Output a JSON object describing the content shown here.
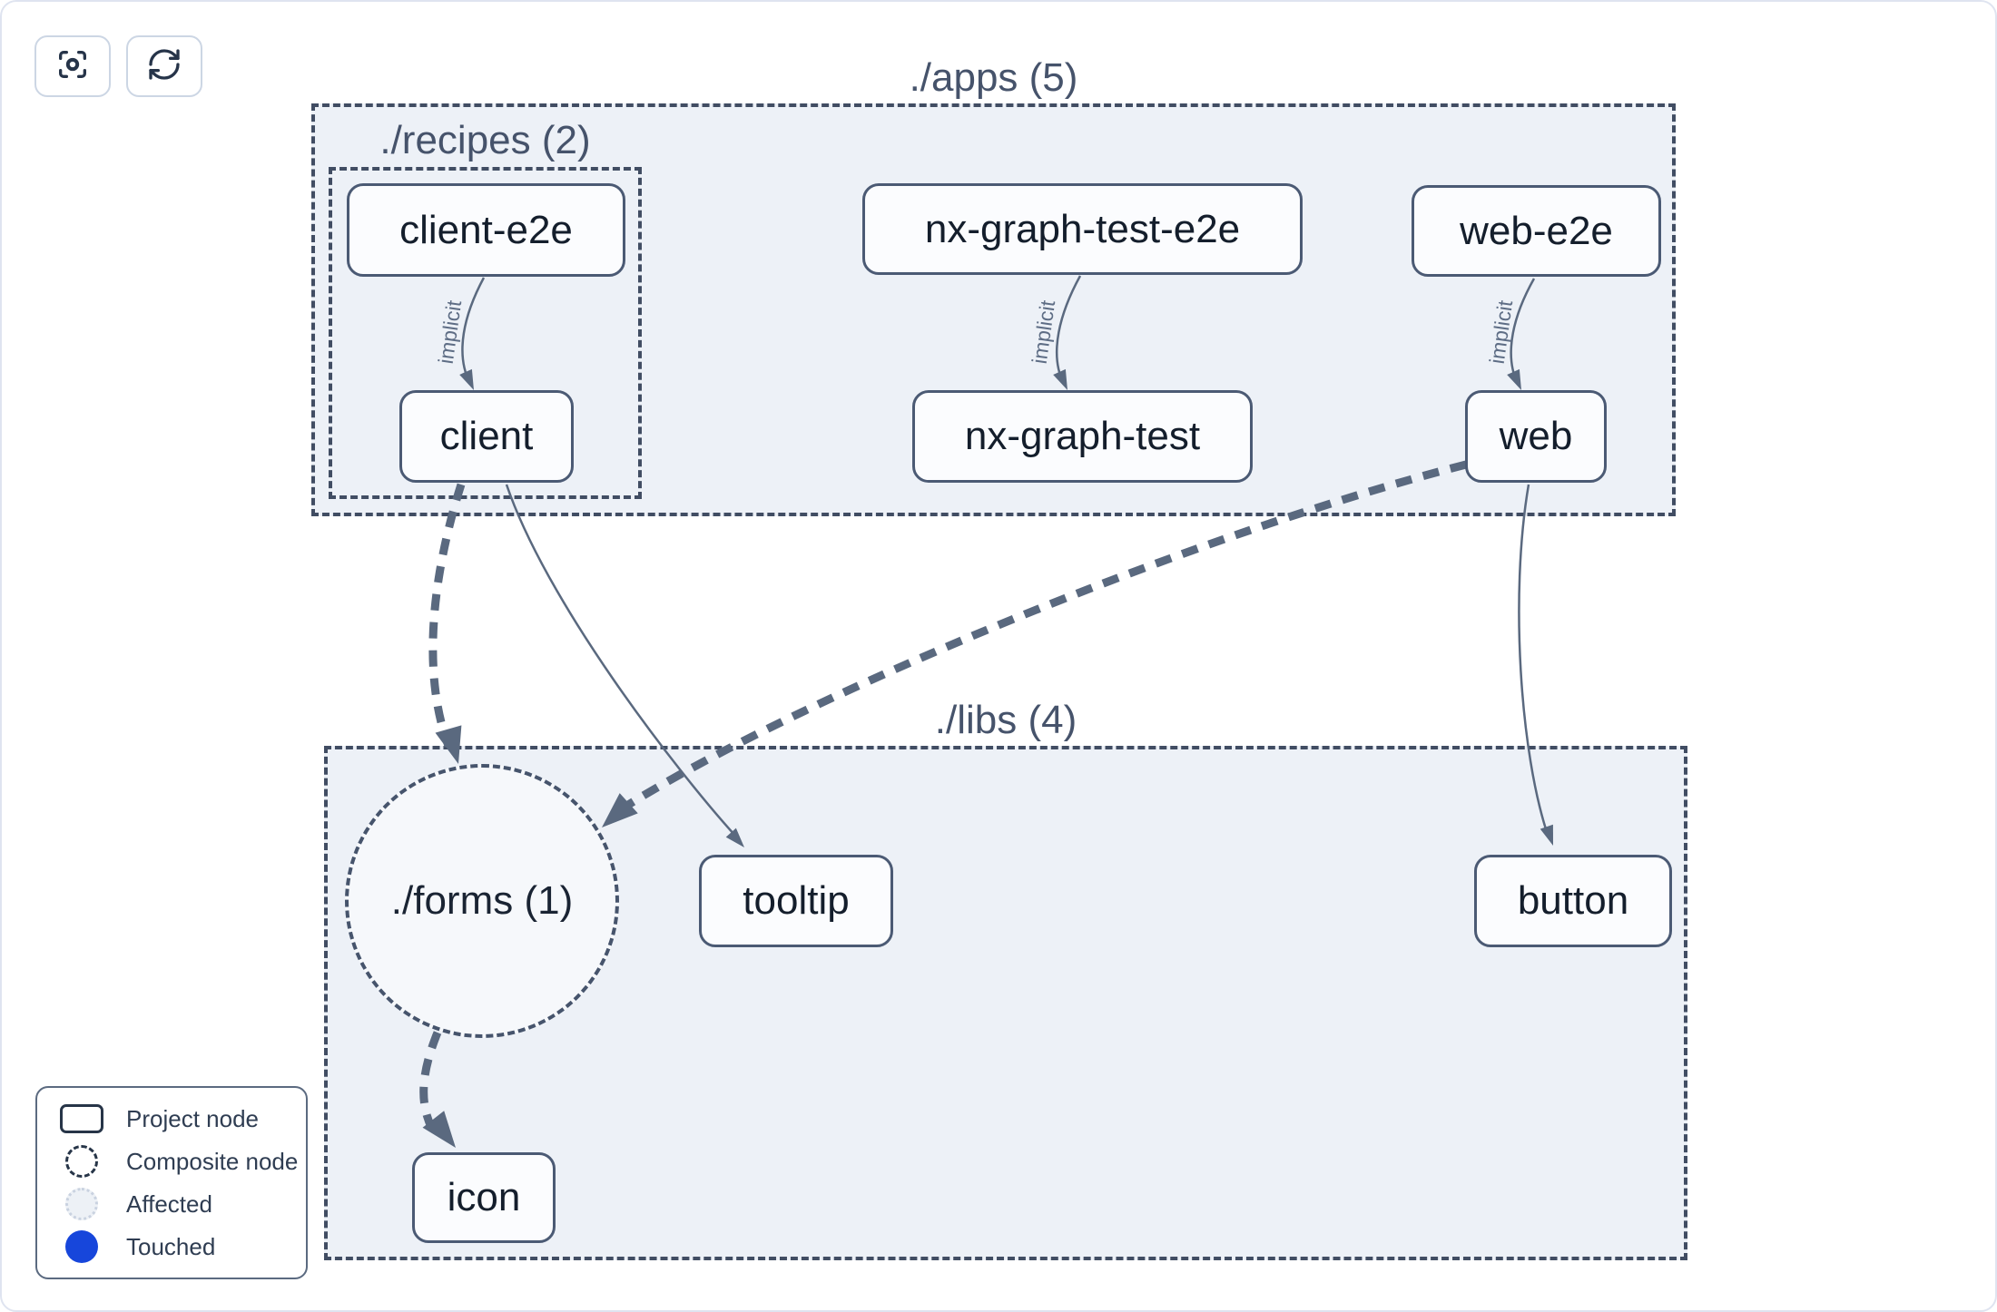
{
  "toolbar": {
    "buttons": [
      {
        "icon": "focus-crosshair-icon",
        "action": "center-graph"
      },
      {
        "icon": "refresh-icon",
        "action": "reload-graph"
      }
    ]
  },
  "graph": {
    "containers": [
      {
        "id": "apps",
        "label": "./apps (5)"
      },
      {
        "id": "recipes",
        "label": "./recipes (2)"
      },
      {
        "id": "libs",
        "label": "./libs (4)"
      }
    ],
    "composite": {
      "id": "forms",
      "label": "./forms (1)"
    },
    "nodes": [
      {
        "id": "client-e2e",
        "label": "client-e2e"
      },
      {
        "id": "nx-graph-test-e2e",
        "label": "nx-graph-test-e2e"
      },
      {
        "id": "web-e2e",
        "label": "web-e2e"
      },
      {
        "id": "client",
        "label": "client"
      },
      {
        "id": "nx-graph-test",
        "label": "nx-graph-test"
      },
      {
        "id": "web",
        "label": "web"
      },
      {
        "id": "tooltip",
        "label": "tooltip"
      },
      {
        "id": "button",
        "label": "button"
      },
      {
        "id": "icon",
        "label": "icon"
      }
    ],
    "edges": [
      {
        "from": "client-e2e",
        "to": "client",
        "type": "implicit",
        "label": "implicit"
      },
      {
        "from": "nx-graph-test-e2e",
        "to": "nx-graph-test",
        "type": "implicit",
        "label": "implicit"
      },
      {
        "from": "web-e2e",
        "to": "web",
        "type": "implicit",
        "label": "implicit"
      },
      {
        "from": "client",
        "to": "./forms (1)",
        "type": "dashed-dependency",
        "label": ""
      },
      {
        "from": "client",
        "to": "tooltip",
        "type": "dependency",
        "label": ""
      },
      {
        "from": "web",
        "to": "./forms (1)",
        "type": "dashed-dependency",
        "label": ""
      },
      {
        "from": "web",
        "to": "button",
        "type": "dependency",
        "label": ""
      },
      {
        "from": "./forms (1)",
        "to": "icon",
        "type": "dashed-dependency",
        "label": ""
      }
    ]
  },
  "legend": {
    "items": [
      {
        "label": "Project node",
        "swatch": "project-rect"
      },
      {
        "label": "Composite node",
        "swatch": "composite-circle"
      },
      {
        "label": "Affected",
        "swatch": "affected-circle"
      },
      {
        "label": "Touched",
        "swatch": "touched-circle"
      }
    ]
  },
  "colors": {
    "container_fill": "#edf1f7",
    "composite_fill": "#f6f8fb",
    "dashed_border": "#414d63",
    "edge": "#5a697f",
    "node_border": "#4b5a74",
    "node_text": "#141e2c",
    "group_label_text": "#46536b",
    "touched_blue": "#1746db",
    "affected_fill": "#edf1f6",
    "canvas_border": "#dfe4f0"
  }
}
